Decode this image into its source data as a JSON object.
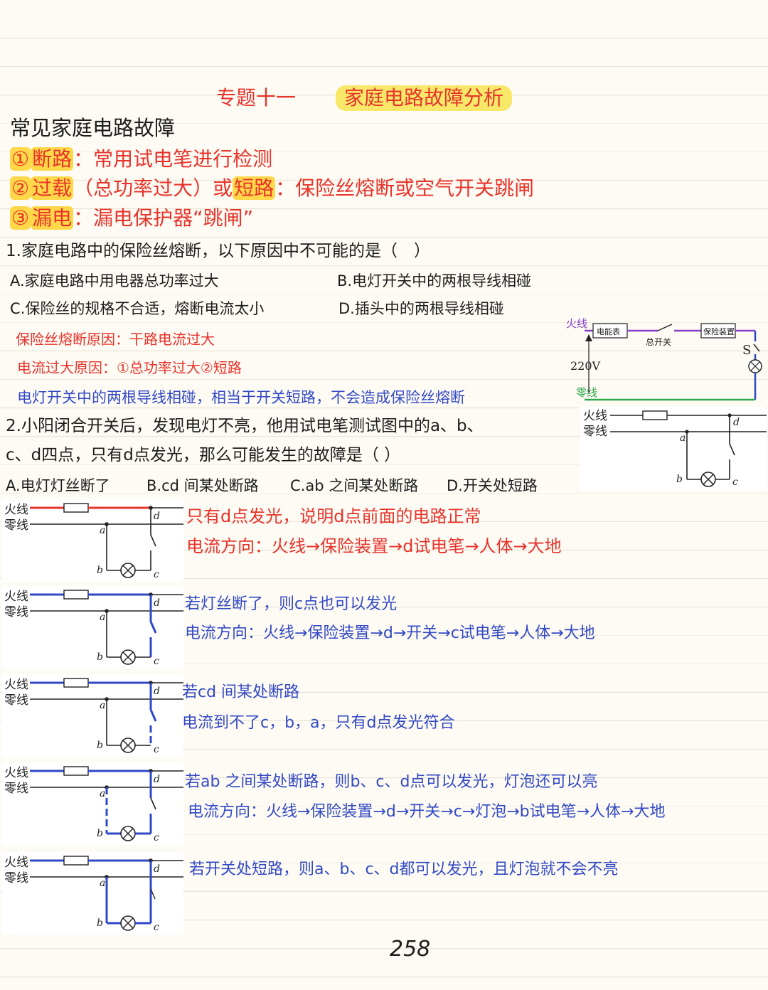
{
  "header": {
    "topic": "专题十一",
    "title": "家庭电路故障分析"
  },
  "section_title": "常见家庭电路故障",
  "faults": [
    {
      "num": "①",
      "name": "断路",
      "sep": "：",
      "desc": "常用试电笔进行检测"
    },
    {
      "num": "②",
      "name": "过载",
      "mid": "（总功率过大）或",
      "name2": "短路",
      "sep": "：",
      "desc": "保险丝熔断或空气开关跳闸"
    },
    {
      "num": "③",
      "name": "漏电",
      "sep": "：",
      "desc": "漏电保护器“跳闸”"
    }
  ],
  "q1": {
    "stem": "1.家庭电路中的保险丝熔断，以下原因中不可能的是（　）",
    "options": [
      "A.家庭电路中用电器总功率过大",
      "B.电灯开关中的两根导线相碰",
      "C.保险丝的规格不合适，熔断电流太小",
      "D.插头中的两根导线相碰"
    ],
    "notes_red": [
      "保险丝熔断原因：干路电流过大",
      "电流过大原因：①总功率过大②短路"
    ],
    "note_blue": "电灯开关中的两根导线相碰，相当于开关短路，不会造成保险丝熔断"
  },
  "circuit1": {
    "live": "火线",
    "neutral": "零线",
    "meter": "电能表",
    "switch": "总开关",
    "protector": "保险装置",
    "voltage": "220V",
    "s_label": "S"
  },
  "q2": {
    "stem_line1": "2.小阳闭合开关后，发现电灯不亮，他用试电笔测试图中的a、b、",
    "stem_line2": "c、d四点，只有d点发光，那么可能发生的故障是（ ）",
    "options": [
      "A.电灯灯丝断了",
      "B.cd 间某处断路",
      "C.ab 之间某处断路",
      "D.开关处短路"
    ]
  },
  "diagram_labels": {
    "live": "火线",
    "neutral": "零线",
    "a": "a",
    "b": "b",
    "c": "c",
    "d": "d"
  },
  "analysis": [
    {
      "color": "red",
      "lines": [
        "只有d点发光，说明d点前面的电路正常",
        "电流方向：火线→保险装置→d试电笔→人体→大地"
      ]
    },
    {
      "color": "blue",
      "lines": [
        "若灯丝断了，则c点也可以发光",
        "电流方向：火线→保险装置→d→开关→c试电笔→人体→大地"
      ]
    },
    {
      "color": "blue",
      "lines": [
        "若cd 间某处断路",
        "电流到不了c，b，a，只有d点发光符合"
      ]
    },
    {
      "color": "blue",
      "lines": [
        "若ab 之间某处断路，则b、c、d点可以发光，灯泡还可以亮",
        "电流方向：火线→保险装置→d→开关→c→灯泡→b试电笔→人体→大地"
      ]
    },
    {
      "color": "blue",
      "lines": [
        "若开关处短路，则a、b、c、d都可以发光，且灯泡就不会不亮"
      ]
    }
  ],
  "page_number": "258",
  "colors": {
    "red": "#e8332b",
    "blue": "#3349c4",
    "highlight_yellow": "#f7e86a",
    "highlight_orange": "#ffd84a",
    "wire_red": "#e8332b",
    "wire_blue": "#2f48c8",
    "purple_wire": "#8a3fc8",
    "green_wire": "#2ea84a"
  }
}
